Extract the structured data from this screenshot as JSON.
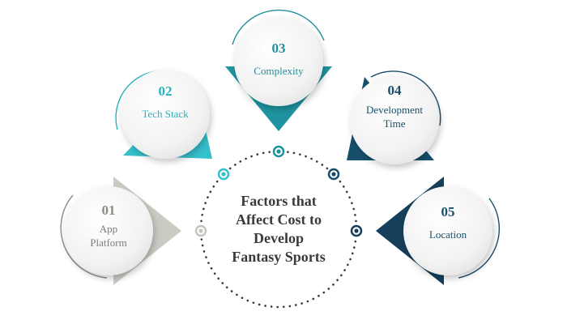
{
  "center": {
    "title_lines": [
      "Factors that",
      "Affect Cost to",
      "Develop",
      "Fantasy Sports"
    ]
  },
  "factors": [
    {
      "number": "01",
      "label_lines": [
        "App",
        "Platform"
      ],
      "color": "#8c8c86",
      "accent": "#c9c9c2"
    },
    {
      "number": "02",
      "label_lines": [
        "Tech Stack"
      ],
      "color": "#27b3bf",
      "accent": "#35c0cc"
    },
    {
      "number": "03",
      "label_lines": [
        "Complexity"
      ],
      "color": "#1f8f9c",
      "accent": "#1f94a0"
    },
    {
      "number": "04",
      "label_lines": [
        "Development",
        "Time"
      ],
      "color": "#174f6b",
      "accent": "#174f6b"
    },
    {
      "number": "05",
      "label_lines": [
        "Location"
      ],
      "color": "#174f6b",
      "accent": "#163f5c"
    }
  ],
  "colors": {
    "center_text": "#3a3a3a",
    "dotted_ring": "#2f3b44"
  }
}
